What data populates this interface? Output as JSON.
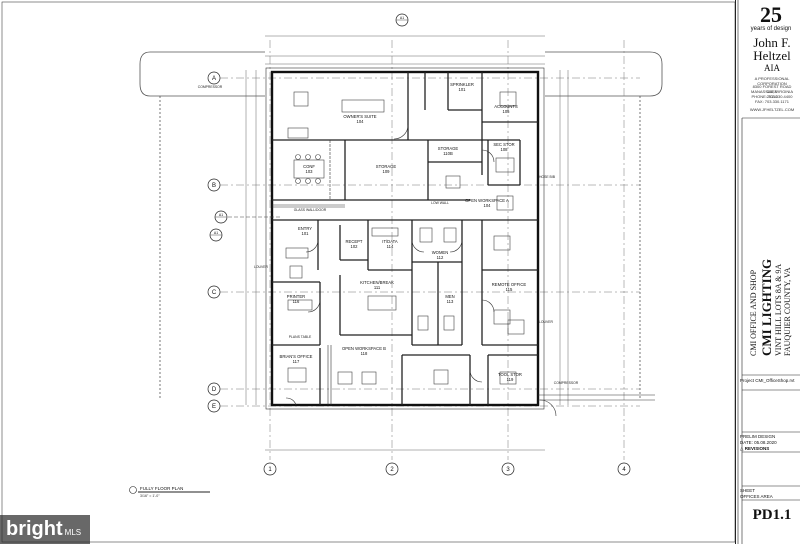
{
  "title_block": {
    "years_number": "25",
    "years_text": "years of design",
    "firm_line1": "John F.",
    "firm_line2": "Heltzel",
    "firm_suffix": "AIA",
    "firm_tag": "A PROFESSIONAL CORPORATION",
    "address_line1": "8300 FOREST ROAD CASE",
    "address_line2": "MANASSAS, VIRGINIA 20110",
    "phone": "PHONE: 703.330.4400",
    "fax": "FAX: 703.330.1171",
    "website": "WWW.JFHELTZEL.COM",
    "project_name_1": "CMI OFFICE AND SHOP",
    "project_name_2": "CMI LIGHTING",
    "project_location_1": "VINT HILL LOTS 8A & 9A",
    "project_location_2": "FAUQUIER COUNTY, VA",
    "project_label": "Project",
    "project_file": "CMI_OfficeShop.rvt",
    "status": "PRELIM DESIGN",
    "date": "DATE: 05.08.2020",
    "revisions_label": "REVISIONS",
    "sheet_label": "SHEET",
    "sheet_title": "OFFICES AREA",
    "sheet_number": "PD1.1"
  },
  "plan": {
    "rooms": [
      {
        "name": "OWNER'S SUITE",
        "number": "104"
      },
      {
        "name": "SPRINKLER",
        "number": "101"
      },
      {
        "name": "ACCOUNTS",
        "number": "105"
      },
      {
        "name": "CONF",
        "number": "103"
      },
      {
        "name": "STORAGE",
        "number": "109"
      },
      {
        "name": "STORAGE",
        "number": "110B"
      },
      {
        "name": "SEC STOR",
        "number": "108"
      },
      {
        "name": "OPEN WORKSPACE A",
        "number": "104"
      },
      {
        "name": "ENTRY",
        "number": "101"
      },
      {
        "name": "RECEPT",
        "number": "102"
      },
      {
        "name": "IT/DATA",
        "number": "114"
      },
      {
        "name": "WOMEN",
        "number": "112"
      },
      {
        "name": "KITCHEN/BREAK",
        "number": "111"
      },
      {
        "name": "MEN",
        "number": "113"
      },
      {
        "name": "REMOTE OFFICE",
        "number": "115"
      },
      {
        "name": "PRINTER",
        "number": "116"
      },
      {
        "name": "OPEN WORKSPACE B",
        "number": "118"
      },
      {
        "name": "BRIAN'S OFFICE",
        "number": "117"
      },
      {
        "name": "TOOL STOR",
        "number": "119"
      }
    ],
    "notes": [
      "GLASS WALL/DOOR",
      "LOW WALL",
      "COMPRESSOR",
      "COMPRESSOR",
      "LOUVER",
      "LOUVER",
      "HOSE BIB",
      "PLANS TABLE"
    ],
    "grid_columns": [
      "1",
      "2",
      "3",
      "4"
    ],
    "grid_rows": [
      "A",
      "B",
      "C",
      "D",
      "E"
    ],
    "drawing_title": "FULLY FLOOR PLAN",
    "drawing_scale": "3/16\" = 1'-0\"",
    "section_tags": [
      "A1",
      "A1",
      "A1"
    ]
  },
  "watermark": {
    "brand": "bright",
    "suffix": "MLS"
  }
}
